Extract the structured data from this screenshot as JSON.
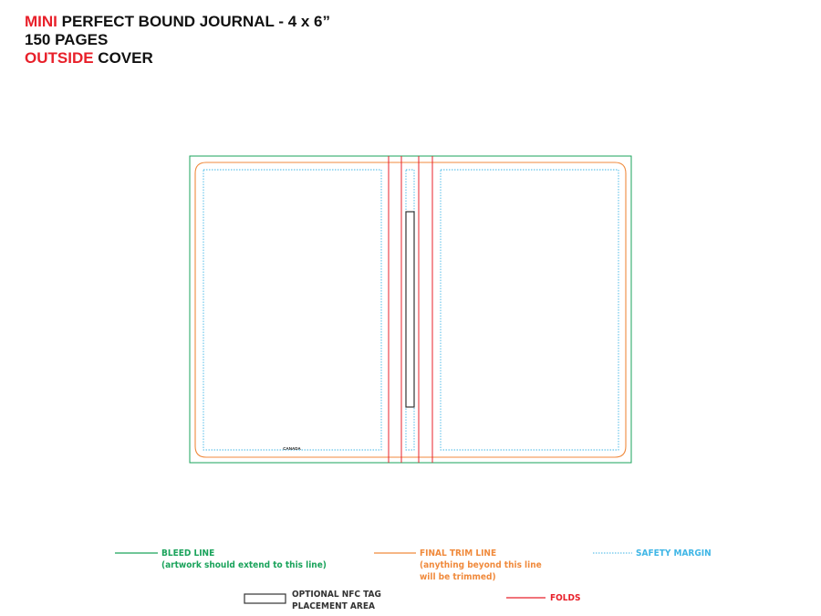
{
  "title": {
    "line1_highlight": "MINI",
    "line1_rest": " PERFECT BOUND JOURNAL - 4 x 6”",
    "line2": "150 PAGES",
    "line3_highlight": "OUTSIDE",
    "line3_rest": " COVER"
  },
  "template": {
    "back_cover_mark": "CANADA"
  },
  "legend": {
    "bleed": {
      "label": "BLEED LINE",
      "note": "(artwork should extend to this line)"
    },
    "trim": {
      "label": "FINAL TRIM LINE",
      "note_line1": "(anything beyond this line",
      "note_line2": "will be trimmed)"
    },
    "safety": {
      "label": "SAFETY MARGIN"
    },
    "nfc": {
      "label_line1": "OPTIONAL NFC TAG",
      "label_line2": "PLACEMENT AREA"
    },
    "folds": {
      "label": "FOLDS"
    }
  },
  "colors": {
    "bleed": "#1aa35b",
    "trim": "#f08a3c",
    "safety": "#3fb6e6",
    "folds": "#e8202a",
    "nfc": "#333333",
    "highlight": "#e8202a"
  }
}
